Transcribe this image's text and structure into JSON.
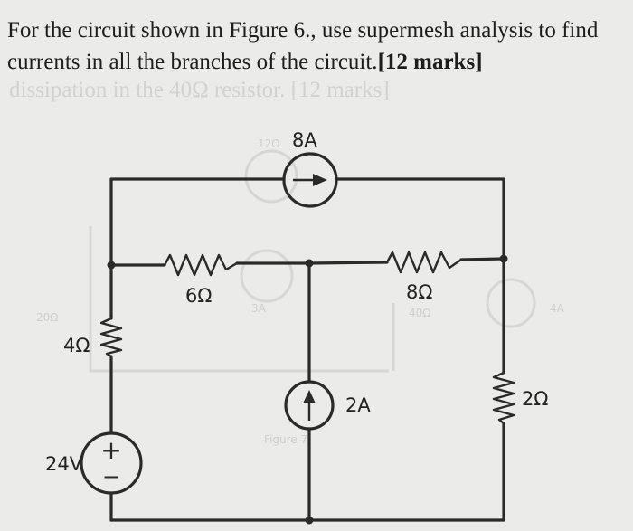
{
  "question": {
    "text": "For the circuit shown in Figure 6., use supermesh analysis to find currents in all the branches of the circuit.",
    "marks": "[12 marks]",
    "ghost_text": "dissipation in the 40Ω resistor. [12 marks]"
  },
  "circuit": {
    "source_8A": "8A",
    "source_2A": "2A",
    "source_24V": "24V",
    "voltage_plus": "+",
    "voltage_minus": "−",
    "r_4": "4Ω",
    "r_6": "6Ω",
    "r_8": "8Ω",
    "r_2": "2Ω"
  },
  "ghost_labels": [
    "20Ω",
    "3A",
    "40Ω",
    "4A",
    "Figure 7.",
    "12Ω"
  ]
}
